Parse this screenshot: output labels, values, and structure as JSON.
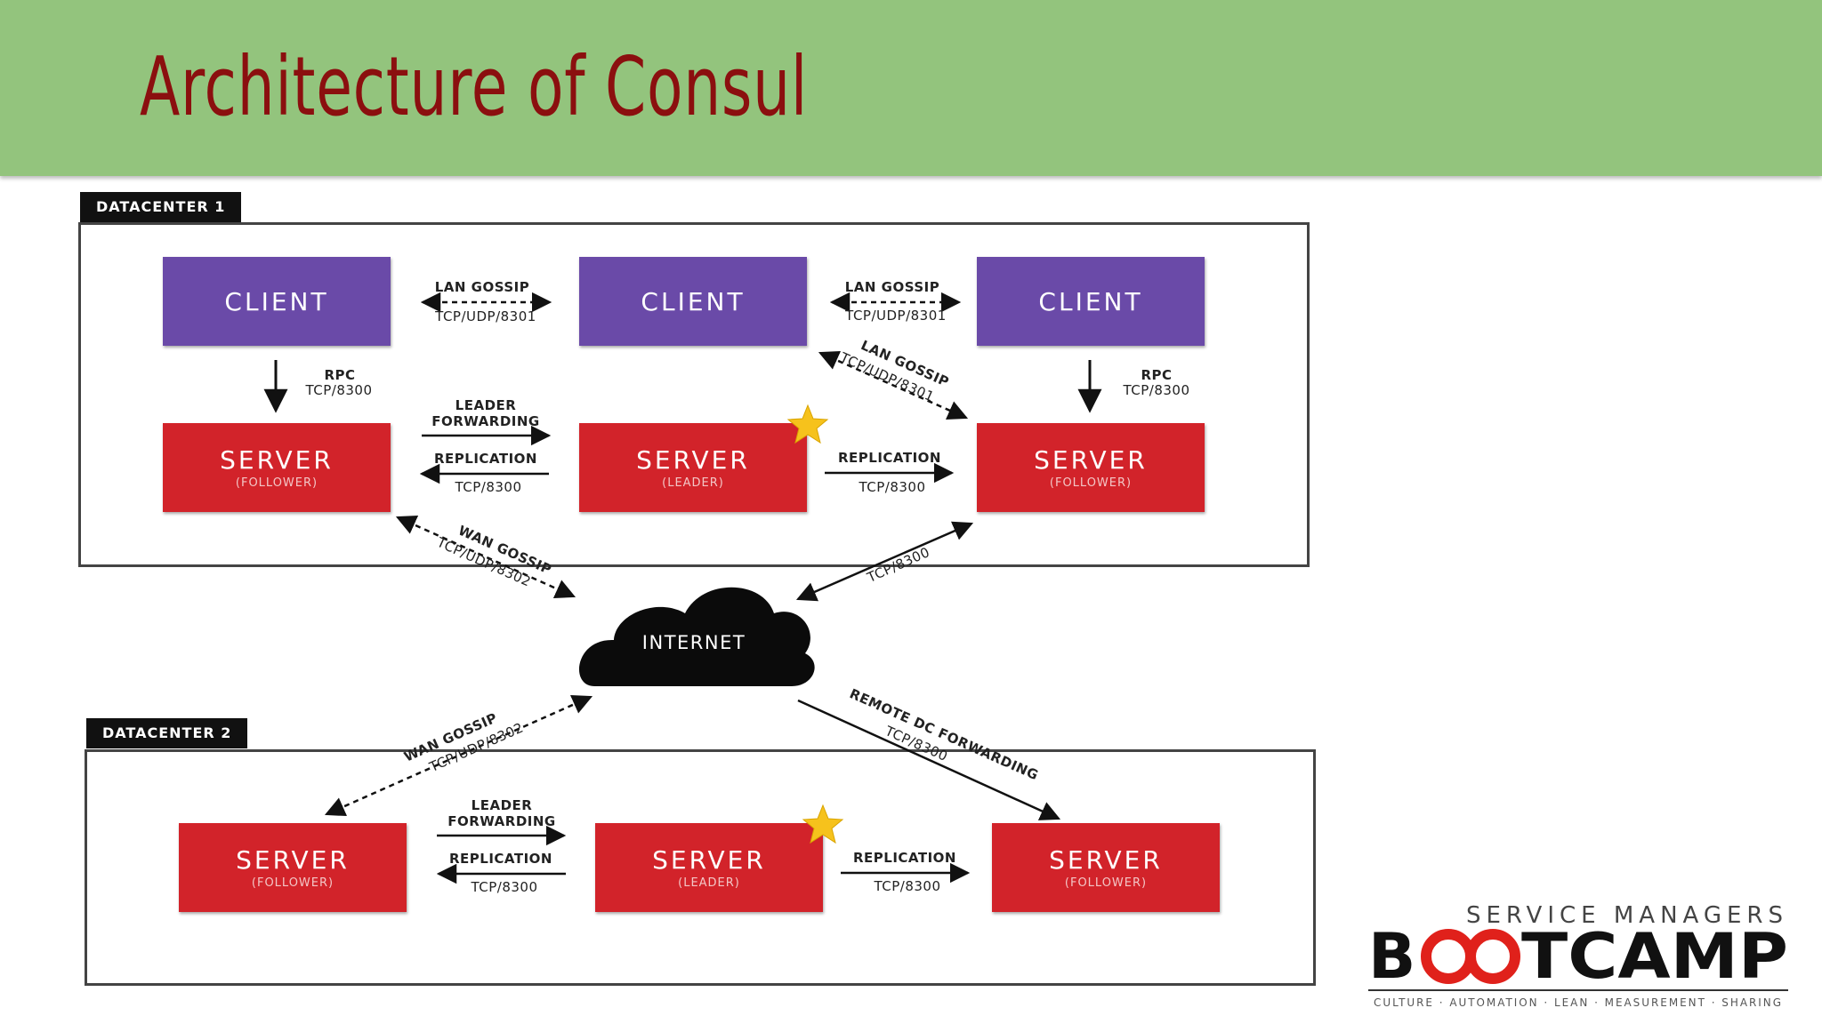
{
  "slide": {
    "title": "Architecture of Consul"
  },
  "datacenters": [
    {
      "label": "DATACENTER 1"
    },
    {
      "label": "DATACENTER 2"
    }
  ],
  "nodes": {
    "client": "CLIENT",
    "server": "SERVER",
    "role_follower": "(FOLLOWER)",
    "role_leader": "(LEADER)",
    "internet": "INTERNET"
  },
  "edge_labels": {
    "lan_gossip": "LAN GOSSIP",
    "tcp_udp_8301": "TCP/UDP/8301",
    "rpc": "RPC",
    "tcp_8300": "TCP/8300",
    "leader_forwarding_1": "LEADER",
    "leader_forwarding_2": "FORWARDING",
    "replication": "REPLICATION",
    "wan_gossip": "WAN GOSSIP",
    "tcp_udp_8302": "TCP/UDP/8302",
    "remote_dc_forwarding": "REMOTE DC FORWARDING"
  },
  "logo": {
    "top_line": "SERVICE MANAGERS",
    "wordmark_1": "B",
    "wordmark_2": "TCAMP",
    "tagline": "CULTURE · AUTOMATION · LEAN · MEASUREMENT · SHARING"
  },
  "colors": {
    "header_bg": "#93c47d",
    "title": "#8b0f0f",
    "client": "#6a4aa8",
    "server": "#d2232a",
    "star": "#f6c21c"
  }
}
